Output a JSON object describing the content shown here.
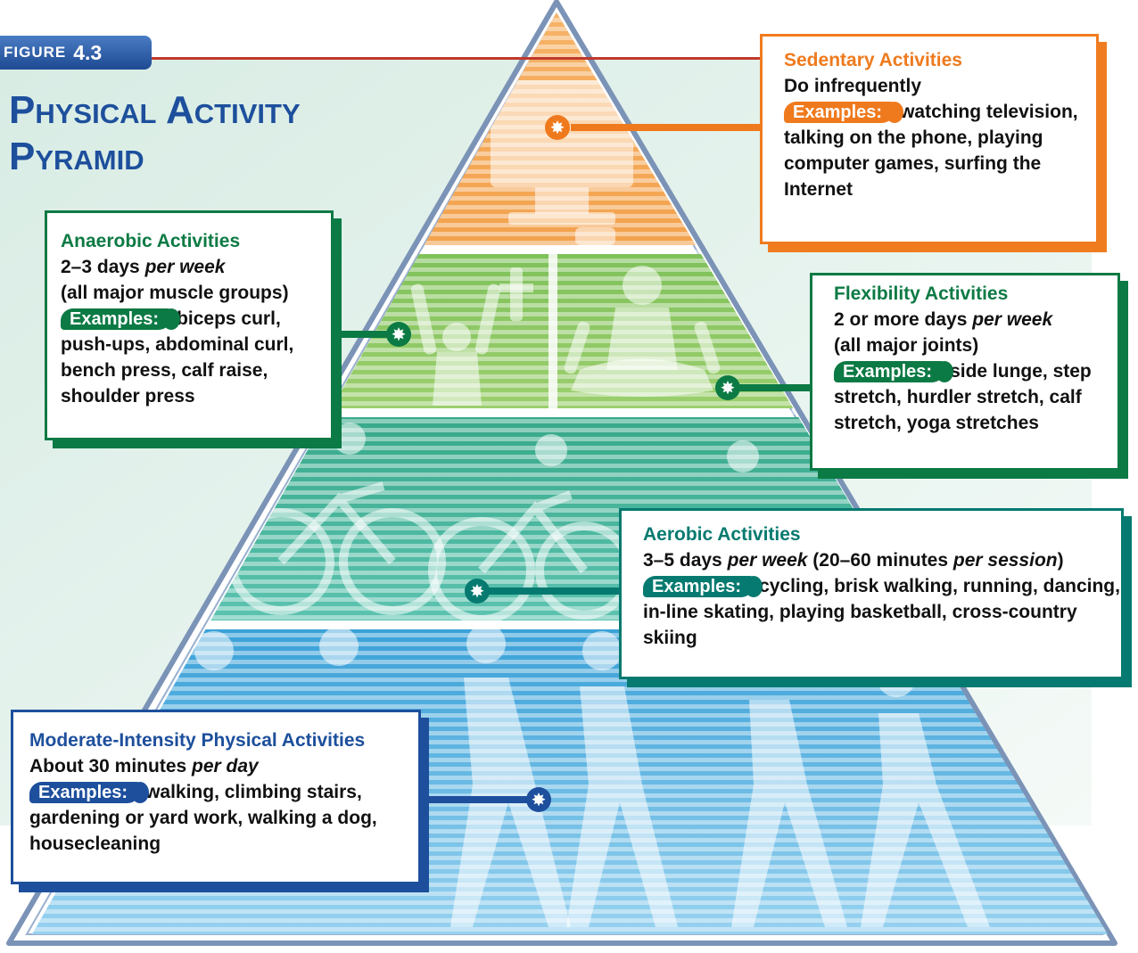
{
  "figure": {
    "word": "FIGURE",
    "number": "4.3"
  },
  "title": "Physical Activity Pyramid",
  "colors": {
    "sedentary": "#ef7a1d",
    "anaerobic": "#0c7a44",
    "flexibility": "#0c7a44",
    "aerobic": "#067a70",
    "moderate": "#1d4f9c",
    "figure_rule": "#c0392b"
  },
  "icons": [
    "computer-icon",
    "weightlifter-icon",
    "yoga-icon",
    "cyclist-icon",
    "walker-icon",
    "starburst-icon"
  ],
  "boxes": {
    "sedentary": {
      "title": "Sedentary Activities",
      "frequency": "Do infrequently",
      "examples_label": "Examples:",
      "examples": "watching television, talking on the phone, playing computer games, surfing the Internet"
    },
    "anaerobic": {
      "title": "Anaerobic Activities",
      "frequency_a": "2–3 days ",
      "frequency_b": "per week",
      "detail": "(all major muscle groups)",
      "examples_label": "Examples:",
      "examples": "biceps curl, push-ups, abdominal curl, bench press, calf raise, shoulder press"
    },
    "flexibility": {
      "title": "Flexibility Activities",
      "frequency_a": "2 or more days ",
      "frequency_b": "per week",
      "detail": "(all major joints)",
      "examples_label": "Examples:",
      "examples": "side lunge, step stretch, hurdler stretch, calf stretch, yoga stretches"
    },
    "aerobic": {
      "title": "Aerobic Activities",
      "frequency_a": "3–5 days ",
      "frequency_b": "per week",
      "frequency_c": " (20–60 minutes ",
      "frequency_d": "per session",
      "frequency_e": ")",
      "examples_label": "Examples:",
      "examples": "cycling, brisk walking, running, dancing, in-line skating, playing basketball, cross-country skiing"
    },
    "moderate": {
      "title": "Moderate-Intensity Physical Activities",
      "frequency_a": "About 30 minutes ",
      "frequency_b": "per day",
      "examples_label": "Examples:",
      "examples": "walking, climbing stairs, gardening or yard work, walking a dog, housecleaning"
    }
  }
}
